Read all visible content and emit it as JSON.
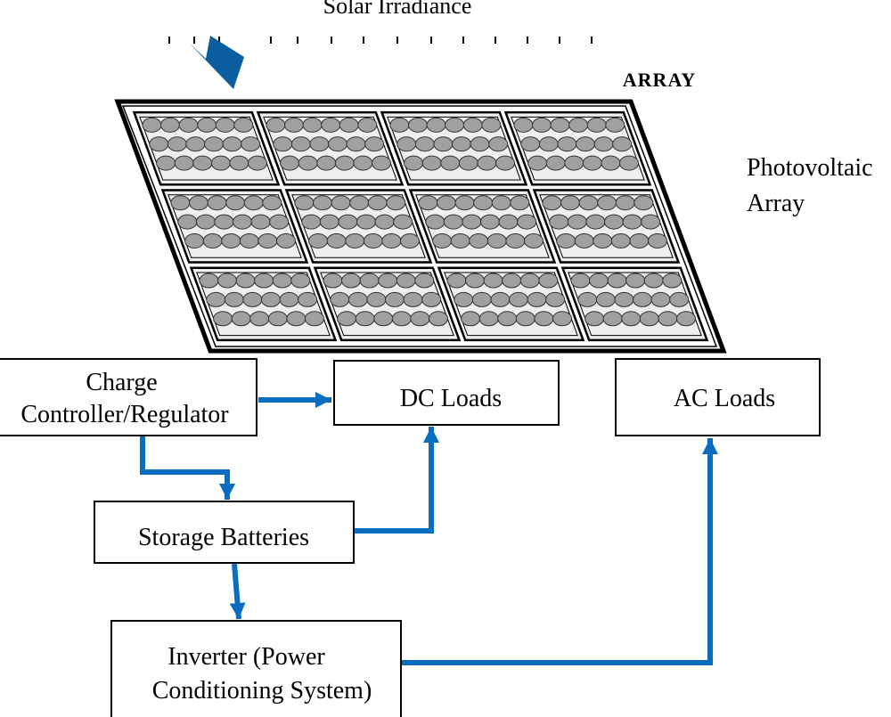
{
  "diagram": {
    "irradiance_label": "Solar Irradiance",
    "array_heading": "ARRAY",
    "array_caption": [
      "Photovoltaic",
      "Array"
    ],
    "nodes": {
      "charge_controller": [
        "Charge",
        "Controller/Regulator"
      ],
      "dc_loads": "DC Loads",
      "ac_loads": "AC Loads",
      "storage_batteries": "Storage Batteries",
      "inverter": [
        "Inverter (Power",
        "Conditioning System)"
      ]
    }
  },
  "colors": {
    "flow_arrow": "#0A6EC0",
    "sun_arrow": "#0B5FA0",
    "panel_fill": "#efefef",
    "cell_fill": "#a0a0a0",
    "outline": "#000000"
  }
}
